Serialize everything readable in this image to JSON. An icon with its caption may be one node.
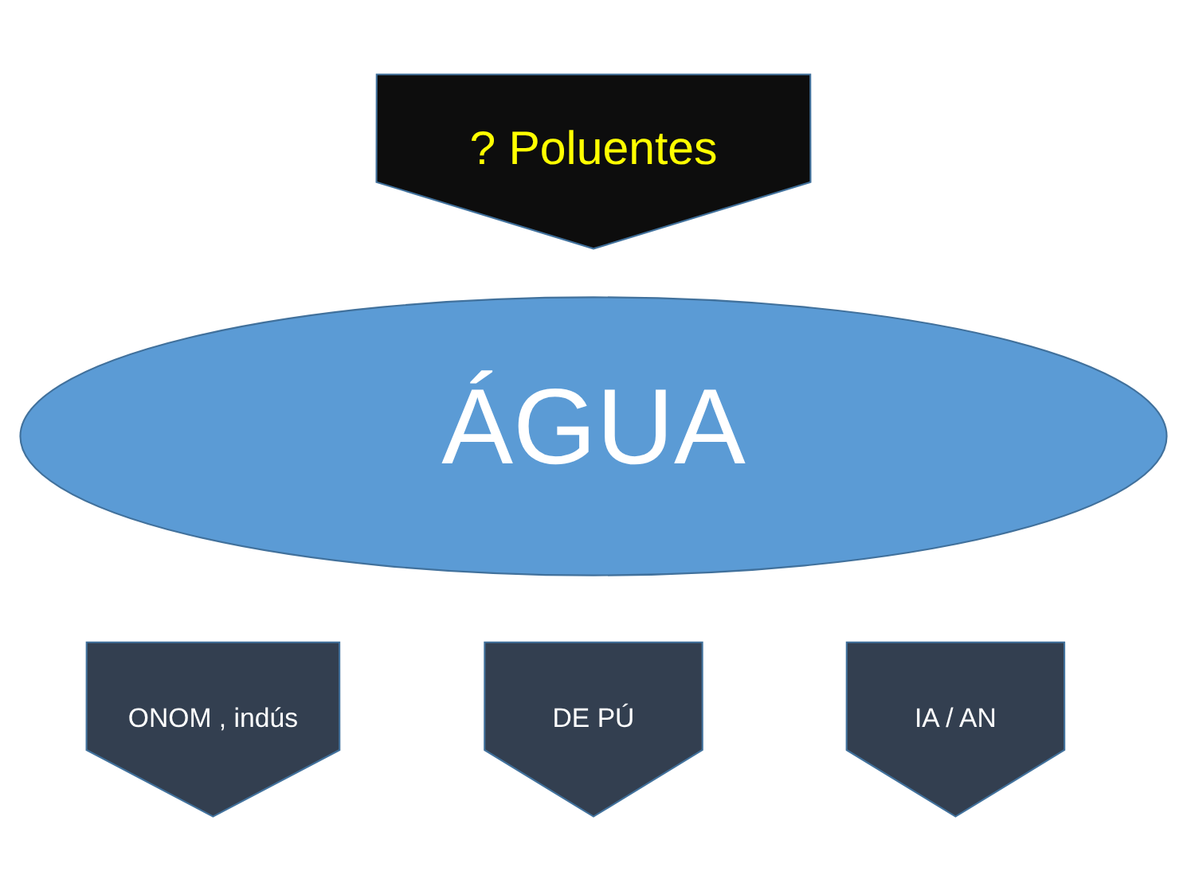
{
  "diagram": {
    "nodes": [
      {
        "text": [
          "? Poluentes"
        ]
      },
      {
        "text": [
          "ÁGUA"
        ]
      },
      {
        "text": [
          "ONOM , indús"
        ]
      },
      {
        "text": [
          "DE PÚ"
        ]
      },
      {
        "text": [
          "IA / AN"
        ]
      }
    ]
  }
}
